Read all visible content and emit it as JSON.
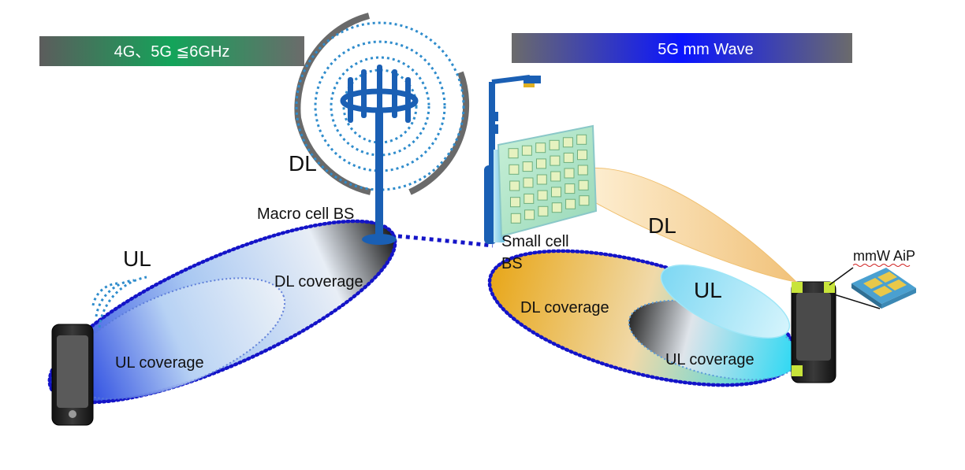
{
  "headers": {
    "left": "4G、5G ≦6GHz",
    "right": "5G mm Wave"
  },
  "labels": {
    "macro_dl": "DL",
    "macro_bs": "Macro cell BS",
    "macro_ul": "UL",
    "macro_dl_coverage": "DL coverage",
    "macro_ul_coverage": "UL coverage",
    "small_bs_line1": "Small cell",
    "small_bs_line2": "BS",
    "mm_dl": "DL",
    "mm_ul": "UL",
    "mm_dl_coverage": "DL coverage",
    "mm_ul_coverage": "UL coverage",
    "aip": "mmW AiP"
  },
  "colors": {
    "left_header_gradient": [
      "#5c5c5c",
      "#13a45a",
      "#6b6b6b"
    ],
    "right_header_gradient": [
      "#6b6b6b",
      "#0a14ff",
      "#6b6b6b"
    ],
    "dotted_blue": "#1414c8",
    "ring_dotted": "#2f8ccc",
    "ring_grey": "#6a6a6a",
    "tower_blue": "#1a5fb4",
    "dl_beam": "#f3c98a",
    "ul_beam": "#8fe0f5"
  }
}
